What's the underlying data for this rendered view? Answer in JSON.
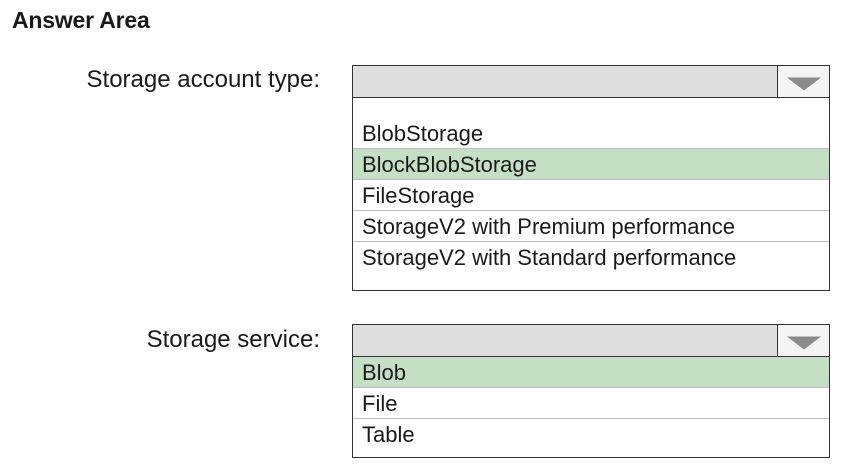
{
  "answer_area": {
    "title": "Answer Area"
  },
  "storage_account_type": {
    "label": "Storage account type:",
    "selected_value": "",
    "options": [
      {
        "label": "BlobStorage",
        "highlighted": false
      },
      {
        "label": "BlockBlobStorage",
        "highlighted": true
      },
      {
        "label": "FileStorage",
        "highlighted": false
      },
      {
        "label": "StorageV2 with Premium performance",
        "highlighted": false
      },
      {
        "label": "StorageV2 with Standard performance",
        "highlighted": false
      }
    ]
  },
  "storage_service": {
    "label": "Storage service:",
    "selected_value": "",
    "options": [
      {
        "label": "Blob",
        "highlighted": true
      },
      {
        "label": "File",
        "highlighted": false
      },
      {
        "label": "Table",
        "highlighted": false
      }
    ]
  },
  "colors": {
    "highlight": "#c6e0c6",
    "dropdown_header": "#dedede",
    "arrow": "#8a8a8a"
  },
  "icons": {
    "dropdown_arrow": "chevron-down-icon"
  }
}
